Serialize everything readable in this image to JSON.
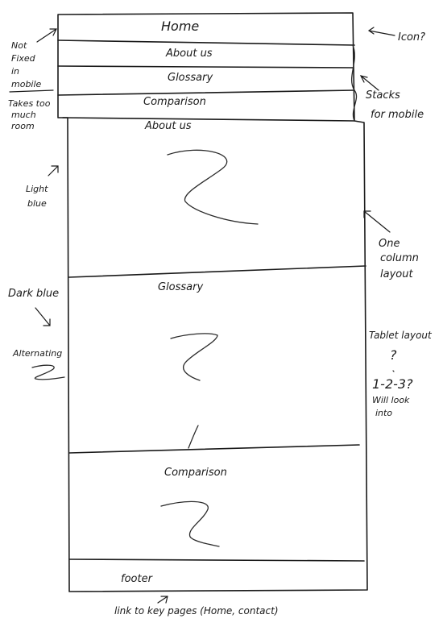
{
  "nav": {
    "home": "Home",
    "about": "About us",
    "glossary": "Glossary",
    "comparison": "Comparison"
  },
  "sections": {
    "about": "About us",
    "glossary": "Glossary",
    "comparison": "Comparison",
    "footer": "footer"
  },
  "notes": {
    "not_fixed": [
      "Not",
      "Fixed",
      "in",
      "mobile"
    ],
    "takes_room": [
      "Takes too",
      "much",
      "room"
    ],
    "icon": "Icon?",
    "stacks": [
      "Stacks",
      "for mobile"
    ],
    "light_blue": [
      "Light",
      "blue"
    ],
    "dark_blue": "Dark blue",
    "alternating": "Alternating",
    "one_column": [
      "One",
      "column",
      "layout"
    ],
    "tablet": [
      "Tablet layout",
      "?",
      "1-2-3?",
      "Will look",
      "into"
    ],
    "footer_links": "link to key pages (Home, contact)"
  },
  "colors": {
    "ink": "#1a1a1a",
    "paper": "#ffffff"
  }
}
